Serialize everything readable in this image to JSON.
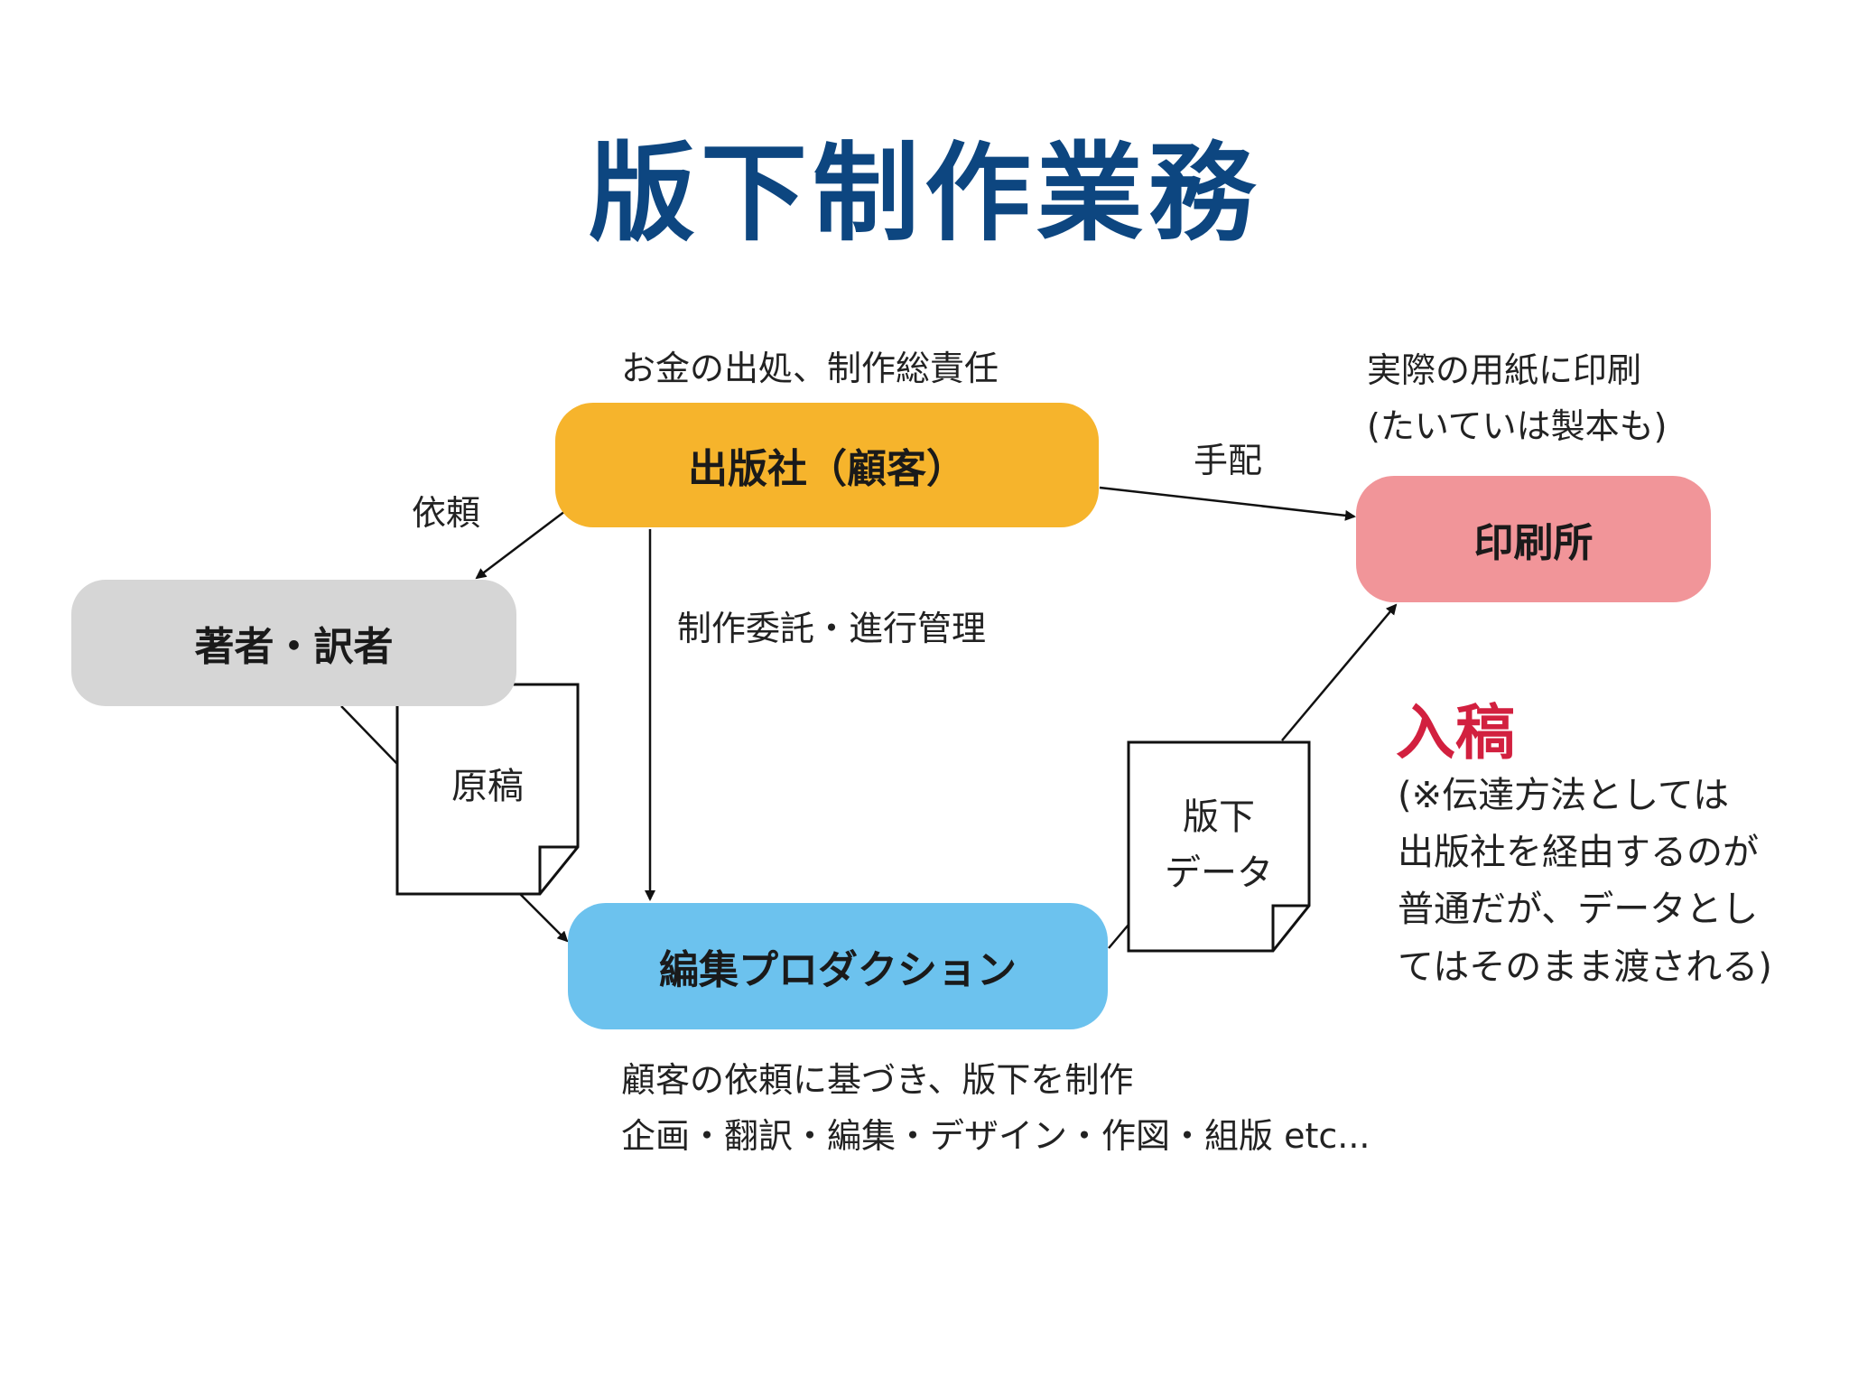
{
  "title": "版下制作業務",
  "nodes": {
    "publisher": "出版社（顧客）",
    "author": "著者・訳者",
    "printer": "印刷所",
    "production": "編集プロダクション"
  },
  "notes": {
    "publisher_role": "お金の出処、制作総責任",
    "printer_role_line1": "実際の用紙に印刷",
    "printer_role_line2": "(たいていは製本も)",
    "production_role_line1": "顧客の依頼に基づき、版下を制作",
    "production_role_line2": "企画・翻訳・編集・デザイン・作図・組版 etc..."
  },
  "edges": {
    "request": "依頼",
    "arrange": "手配",
    "commission": "制作委託・進行管理"
  },
  "documents": {
    "manuscript": "原稿",
    "camera_ready_line1": "版下",
    "camera_ready_line2": "データ"
  },
  "submission": {
    "heading": "入稿",
    "lines": [
      "(※伝達方法としては",
      "出版社を経由するのが",
      "普通だが、データとし",
      "てはそのまま渡される)"
    ]
  },
  "colors": {
    "title": "#0d4680",
    "publisher": "#f6b42c",
    "author": "#d6d6d6",
    "printer": "#f19599",
    "production": "#6cc2ee",
    "submission_heading": "#d2203f"
  }
}
